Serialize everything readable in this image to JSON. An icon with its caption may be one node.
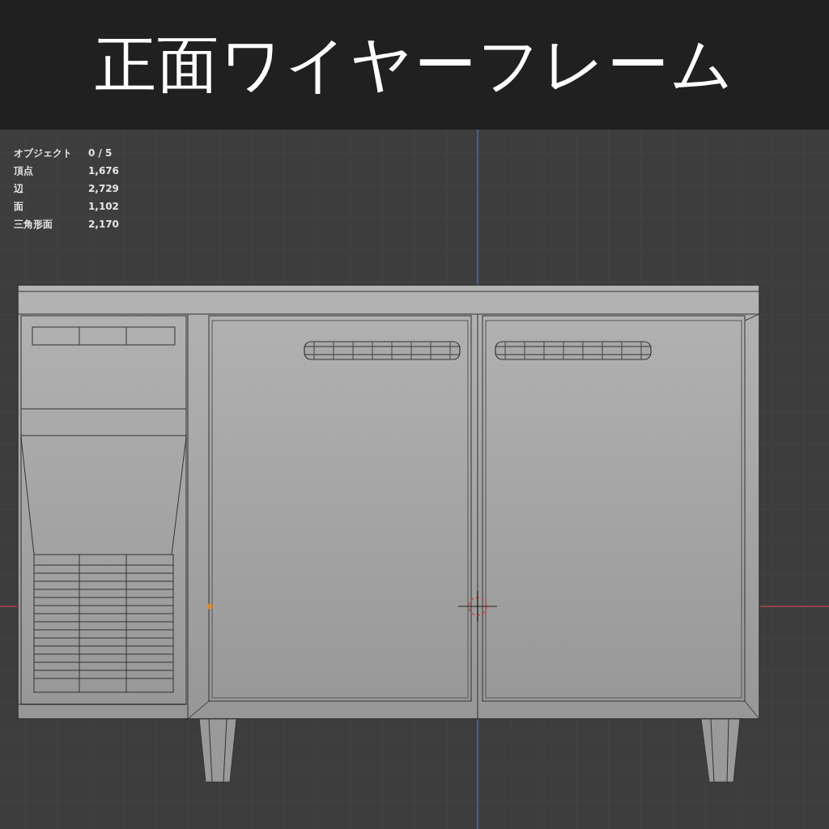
{
  "diagram": {
    "title": "正面ワイヤーフレーム",
    "labels": [
      "オブジェクト",
      "0 / 5",
      "頂点",
      "1,676",
      "辺",
      "2,729",
      "面",
      "1,102",
      "三角形面",
      "2,170"
    ]
  }
}
